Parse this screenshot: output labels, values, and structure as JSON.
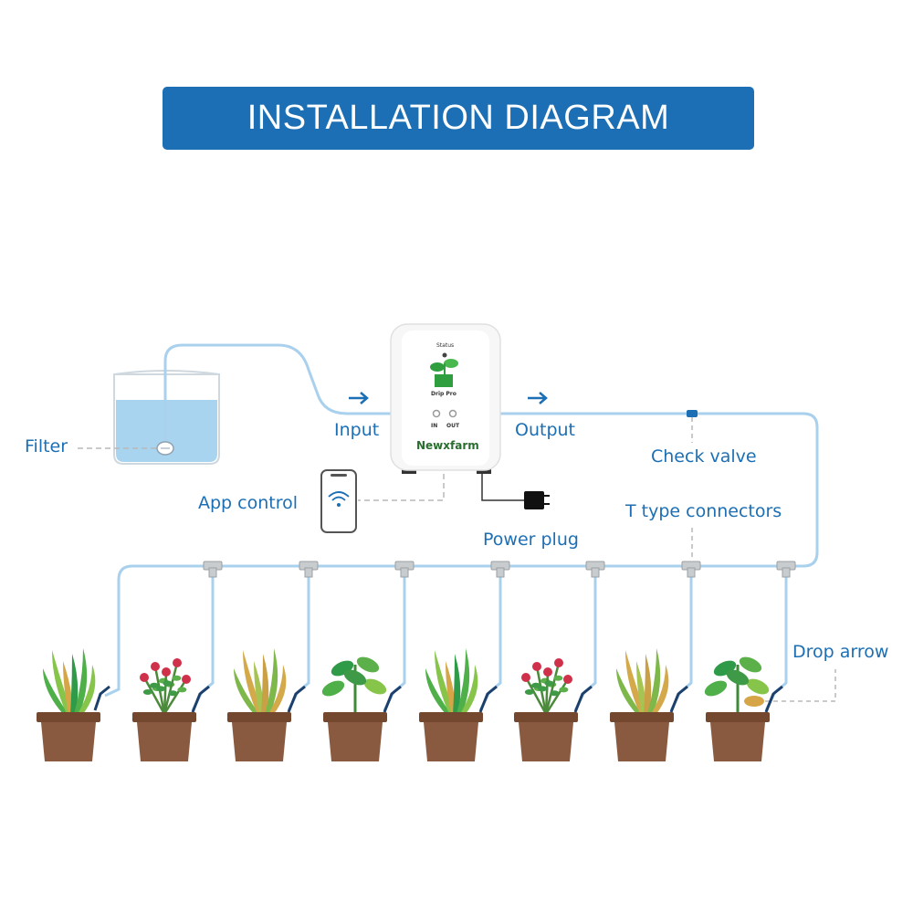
{
  "title": "INSTALLATION DIAGRAM",
  "labels": {
    "filter": "Filter",
    "input": "Input",
    "output": "Output",
    "check_valve": "Check valve",
    "app_control": "App control",
    "t_connectors": "T type connectors",
    "power_plug": "Power plug",
    "drop_arrow": "Drop arrow"
  },
  "controller": {
    "status": "Status",
    "product": "Drip Pro",
    "in": "IN",
    "out": "OUT",
    "brand": "Newxfarm"
  },
  "colors": {
    "accent": "#1c6fb4",
    "tube": "#a9d0ec",
    "water": "#a8d4ef",
    "pot": "#8a5a40",
    "pot_rim": "#74472f"
  },
  "plants": [
    "leafy",
    "berry",
    "grass",
    "leafy-round",
    "leafy",
    "berry",
    "grass",
    "leafy-small"
  ]
}
